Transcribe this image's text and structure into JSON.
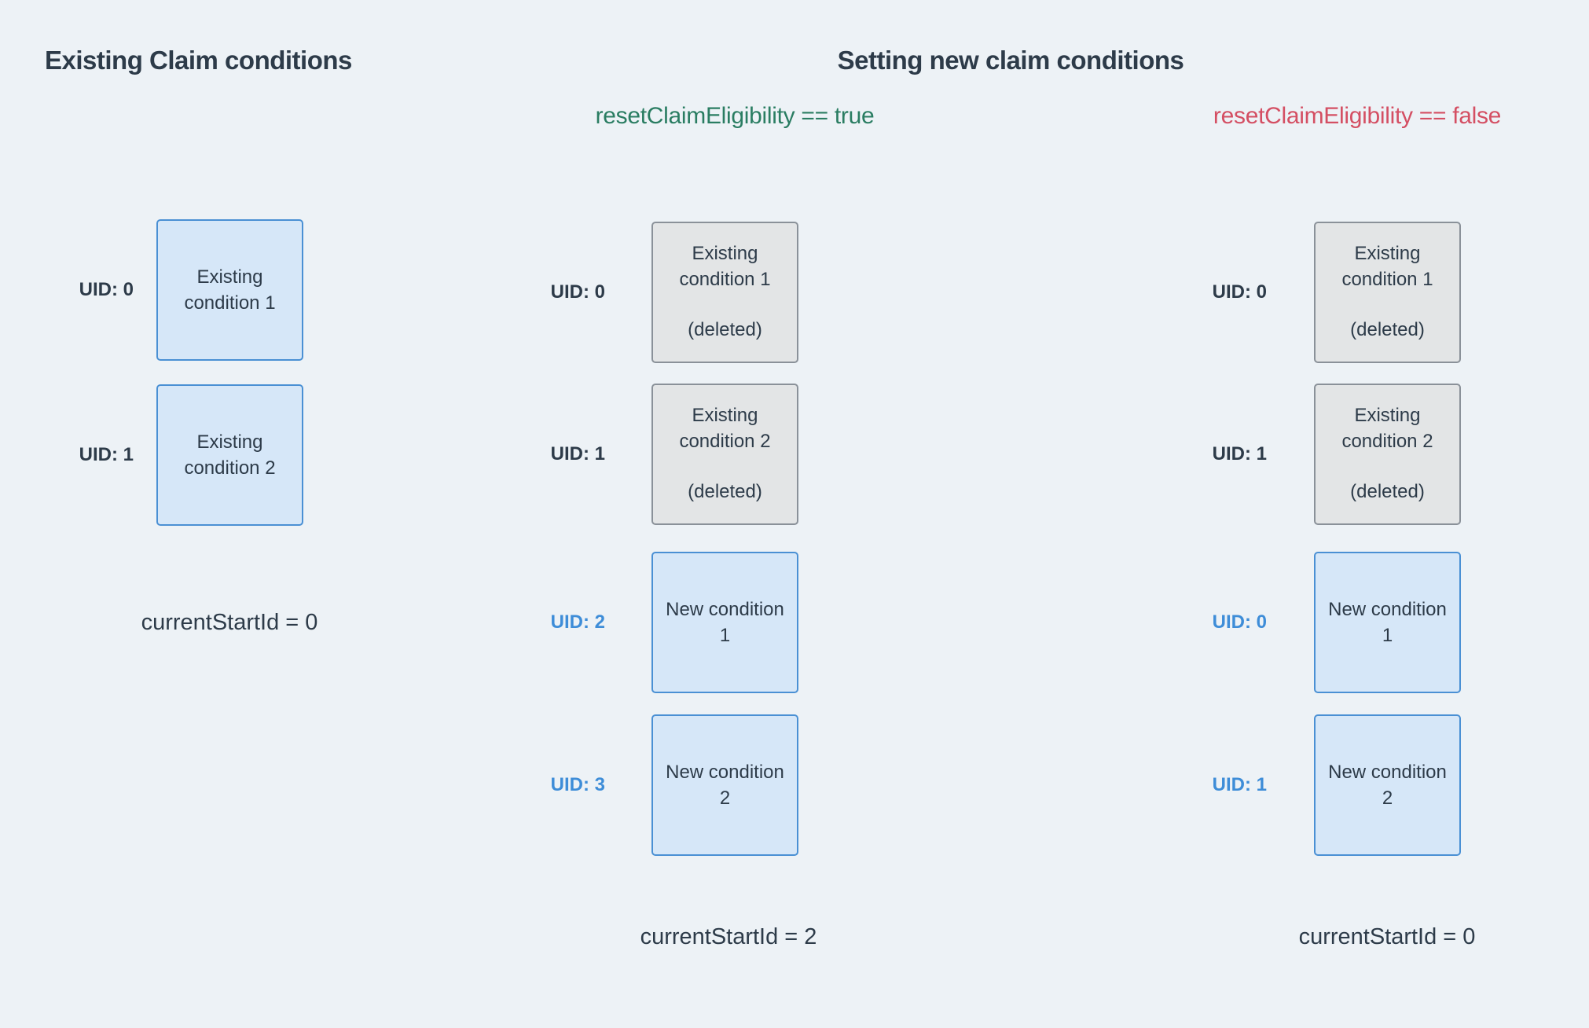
{
  "colors": {
    "background": "#edf2f6",
    "text_dark": "#2d3b49",
    "uid_blue": "#3e8dd8",
    "condition_true_green": "#2a7d62",
    "condition_false_red": "#d44f63",
    "box_blue_fill": "#d6e7f8",
    "box_blue_border": "#4a90d4",
    "box_gray_fill": "#e3e5e6",
    "box_gray_border": "#8a9199"
  },
  "existing_panel": {
    "title": "Existing Claim conditions",
    "rows": [
      {
        "uid": "UID: 0",
        "title": "Existing condition 1"
      },
      {
        "uid": "UID: 1",
        "title": "Existing condition 2"
      }
    ],
    "footer": "currentStartId = 0"
  },
  "new_claims": {
    "title": "Setting new claim conditions",
    "true_column": {
      "condition": "resetClaimEligibility == true",
      "rows": [
        {
          "uid": "UID: 0",
          "title": "Existing condition 1",
          "note": "(deleted)"
        },
        {
          "uid": "UID: 1",
          "title": "Existing condition 2",
          "note": "(deleted)"
        },
        {
          "uid": "UID: 2",
          "title": "New condition 1"
        },
        {
          "uid": "UID: 3",
          "title": "New condition 2"
        }
      ],
      "footer": "currentStartId = 2"
    },
    "false_column": {
      "condition": "resetClaimEligibility == false",
      "rows": [
        {
          "uid": "UID: 0",
          "title": "Existing condition 1",
          "note": "(deleted)"
        },
        {
          "uid": "UID: 1",
          "title": "Existing condition 2",
          "note": "(deleted)"
        },
        {
          "uid": "UID: 0",
          "title": "New condition 1"
        },
        {
          "uid": "UID: 1",
          "title": "New condition 2"
        }
      ],
      "footer": "currentStartId = 0"
    }
  }
}
